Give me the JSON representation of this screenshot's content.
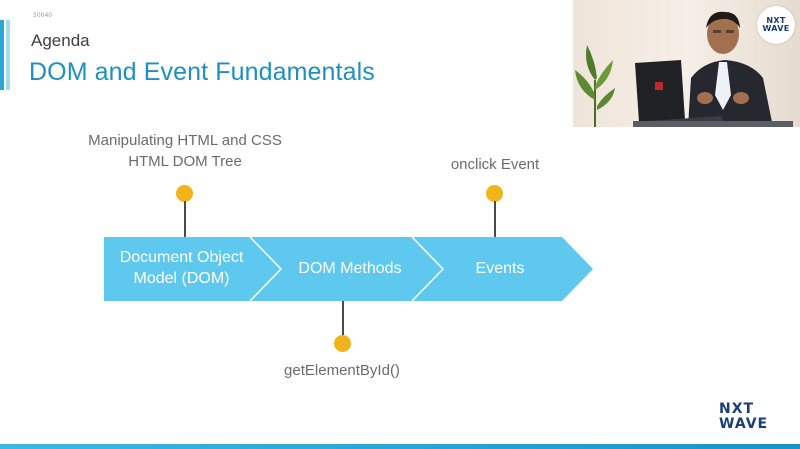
{
  "slide": {
    "id": "50040",
    "section_label": "Agenda",
    "title": "DOM and Event Fundamentals"
  },
  "flow": {
    "steps": [
      {
        "label": "Document Object Model (DOM)"
      },
      {
        "label": "DOM Methods"
      },
      {
        "label": "Events"
      }
    ],
    "colors": {
      "step_fill": "#5ec8ef",
      "divider": "#ffffff",
      "dot": "#f2b41c",
      "connector": "#4a4a4a",
      "title": "#1e8fc0",
      "accent": "#2aa7d8"
    }
  },
  "annotations": {
    "dom_line1": "Manipulating HTML and CSS",
    "dom_line2": "HTML DOM Tree",
    "events": "onclick Event",
    "methods": "getElementById()"
  },
  "presenter_video": {
    "logo_line1": "NXT",
    "logo_line2": "WAVE"
  },
  "brand": {
    "line1": "NXT",
    "line2": "WAVE"
  }
}
